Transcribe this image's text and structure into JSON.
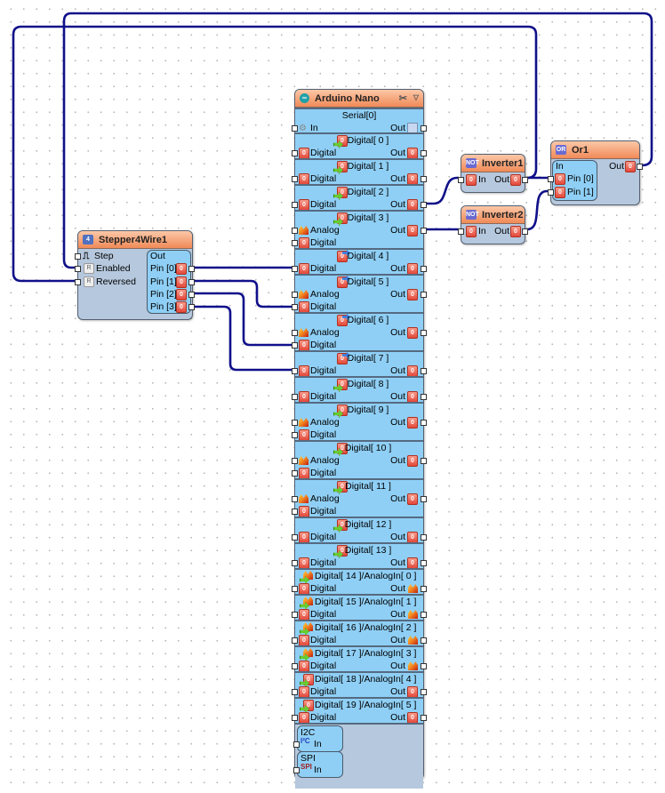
{
  "canvas": {
    "background": "#ffffff",
    "grid": "dotted",
    "wire_color": "#10108a"
  },
  "components": {
    "arduino": {
      "title": "Arduino Nano",
      "header_color": "#f08a58",
      "body_color": "#8fcff5",
      "serial": {
        "title": "Serial[0]",
        "in_label": "In",
        "out_label": "Out"
      },
      "digital_blocks": [
        {
          "title": "Digital[ 0 ]",
          "arrow": "green",
          "analog": false,
          "digital_label": "Digital",
          "out_label": "Out"
        },
        {
          "title": "Digital[ 1 ]",
          "arrow": "green",
          "analog": false,
          "digital_label": "Digital",
          "out_label": "Out"
        },
        {
          "title": "Digital[ 2 ]",
          "arrow": "green",
          "analog": false,
          "digital_label": "Digital",
          "out_label": "Out"
        },
        {
          "title": "Digital[ 3 ]",
          "arrow": "green",
          "analog": true,
          "analog_label": "Analog",
          "digital_label": "Digital",
          "out_label": "Out"
        },
        {
          "title": "Digital[ 4 ]",
          "arrow": "blue",
          "analog": false,
          "digital_label": "Digital",
          "out_label": "Out"
        },
        {
          "title": "Digital[ 5 ]",
          "arrow": "blue",
          "analog": true,
          "analog_label": "Analog",
          "digital_label": "Digital",
          "out_label": "Out"
        },
        {
          "title": "Digital[ 6 ]",
          "arrow": "blue",
          "analog": true,
          "analog_label": "Analog",
          "digital_label": "Digital",
          "out_label": "Out"
        },
        {
          "title": "Digital[ 7 ]",
          "arrow": "blue",
          "analog": false,
          "digital_label": "Digital",
          "out_label": "Out"
        },
        {
          "title": "Digital[ 8 ]",
          "arrow": "green",
          "analog": false,
          "digital_label": "Digital",
          "out_label": "Out"
        },
        {
          "title": "Digital[ 9 ]",
          "arrow": "green",
          "analog": true,
          "analog_label": "Analog",
          "digital_label": "Digital",
          "out_label": "Out"
        },
        {
          "title": "Digital[ 10 ]",
          "arrow": "green",
          "analog": true,
          "analog_label": "Analog",
          "digital_label": "Digital",
          "out_label": "Out"
        },
        {
          "title": "Digital[ 11 ]",
          "arrow": "green",
          "analog": true,
          "analog_label": "Analog",
          "digital_label": "Digital",
          "out_label": "Out"
        },
        {
          "title": "Digital[ 12 ]",
          "arrow": "green",
          "analog": false,
          "digital_label": "Digital",
          "out_label": "Out"
        },
        {
          "title": "Digital[ 13 ]",
          "arrow": "green",
          "analog": false,
          "digital_label": "Digital",
          "out_label": "Out"
        },
        {
          "title": "Digital[ 14 ]/AnalogIn[ 0 ]",
          "arrow": "green",
          "analog": false,
          "analog_out": true,
          "digital_label": "Digital",
          "out_label": "Out"
        },
        {
          "title": "Digital[ 15 ]/AnalogIn[ 1 ]",
          "arrow": "green",
          "analog": false,
          "analog_out": true,
          "digital_label": "Digital",
          "out_label": "Out"
        },
        {
          "title": "Digital[ 16 ]/AnalogIn[ 2 ]",
          "arrow": "green",
          "analog": false,
          "analog_out": true,
          "digital_label": "Digital",
          "out_label": "Out"
        },
        {
          "title": "Digital[ 17 ]/AnalogIn[ 3 ]",
          "arrow": "green",
          "analog": false,
          "analog_out": true,
          "digital_label": "Digital",
          "out_label": "Out"
        },
        {
          "title": "Digital[ 18 ]/AnalogIn[ 4 ]",
          "arrow": "green",
          "analog": false,
          "analog_out": false,
          "digital_label": "Digital",
          "out_label": "Out"
        },
        {
          "title": "Digital[ 19 ]/AnalogIn[ 5 ]",
          "arrow": "green",
          "analog": false,
          "analog_out": false,
          "digital_label": "Digital",
          "out_label": "Out"
        }
      ],
      "i2c": {
        "title": "I2C",
        "in_label": "In"
      },
      "spi": {
        "title": "SPI",
        "in_label": "In"
      }
    },
    "stepper": {
      "title": "Stepper4Wire1",
      "inputs": [
        "Step",
        "Enabled",
        "Reversed"
      ],
      "out_title": "Out",
      "outputs": [
        "Pin [0]",
        "Pin [1]",
        "Pin [2]",
        "Pin [3]"
      ]
    },
    "inverter1": {
      "title": "Inverter1",
      "in_label": "In",
      "out_label": "Out"
    },
    "inverter2": {
      "title": "Inverter2",
      "in_label": "In",
      "out_label": "Out"
    },
    "or1": {
      "title": "Or1",
      "in_title": "In",
      "inputs": [
        "Pin [0]",
        "Pin [1]"
      ],
      "out_label": "Out"
    }
  },
  "connections": [
    {
      "from": "Arduino Nano.Digital[2].Out",
      "to": "Inverter1.In"
    },
    {
      "from": "Arduino Nano.Digital[3].Out",
      "to": "Inverter2.In"
    },
    {
      "from": "Inverter1.Out",
      "to": "Or1.Pin[0]"
    },
    {
      "from": "Inverter2.Out",
      "to": "Or1.Pin[1]"
    },
    {
      "from": "Inverter1.Out",
      "to": "Stepper4Wire1.Reversed"
    },
    {
      "from": "Or1.Out",
      "to": "Stepper4Wire1.Enabled"
    },
    {
      "from": "Stepper4Wire1.Pin[0]",
      "to": "Arduino Nano.Digital[4].Digital"
    },
    {
      "from": "Stepper4Wire1.Pin[1]",
      "to": "Arduino Nano.Digital[5].Digital"
    },
    {
      "from": "Stepper4Wire1.Pin[2]",
      "to": "Arduino Nano.Digital[6].Digital"
    },
    {
      "from": "Stepper4Wire1.Pin[3]",
      "to": "Arduino Nano.Digital[7].Digital"
    }
  ]
}
